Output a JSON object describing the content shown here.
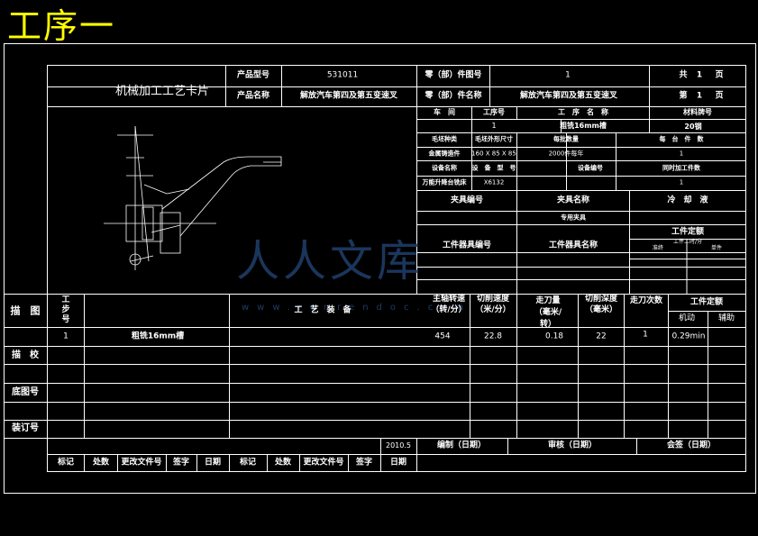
{
  "page_heading": "工序一",
  "card_title": "机械加工工艺卡片",
  "header": {
    "product_model_label": "产品型号",
    "product_model_value": "531011",
    "part_no_label": "零（部）件图号",
    "part_no_value": "1",
    "total_label": "共",
    "total_value": "1",
    "total_unit": "页",
    "product_name_label": "产品名称",
    "product_name_value": "解放汽车第四及第五变速叉",
    "part_name_label": "零（部）件名称",
    "part_name_value": "解放汽车第四及第五变速叉",
    "page_label": "第",
    "page_value": "1",
    "page_unit": "页"
  },
  "right_panel": {
    "workshop_label": "车　间",
    "op_no_label": "工序号",
    "op_name_label": "工　序　名　称",
    "material_label": "材料牌号",
    "workshop_value": "",
    "op_no_value": "1",
    "op_name_value": "粗铣16mm槽",
    "material_value": "20钢",
    "blank_type_label": "毛坯种类",
    "blank_size_label": "毛坯外形尺寸",
    "blank_qty_label": "每批数量",
    "per_unit_label": "每　台　件　数",
    "blank_type_value": "金属铸造件",
    "blank_size_value": "160 X 85 X 85",
    "blank_qty_value": "2000件每年",
    "per_unit_value": "1",
    "equip_name_label": "设备名称",
    "equip_model_label": "设　备　型　号",
    "equip_no_label": "设备编号",
    "simul_label": "同时加工件数",
    "equip_name_value": "万能升降台铣床",
    "equip_model_value": "X6132",
    "equip_no_value": "",
    "simul_value": "1",
    "fixture_no_label": "夹具编号",
    "fixture_name_label": "夹具名称",
    "coolant_label": "冷　却　液",
    "fixture_name_value": "专用夹具",
    "tool_no_label": "工件器具编号",
    "tool_name_label": "工件器具名称",
    "time_quota_label": "工件定额",
    "time_quota_sub": "工件工时/分",
    "prep_label": "准终",
    "unit_label": "单件"
  },
  "op_table": {
    "sketch_label": "描　图",
    "step_no_label": "工步号",
    "process_label": "工　艺　装　备",
    "spindle_label": "主轴转速（转/分）",
    "cut_speed_label": "切削速度（米/分）",
    "feed_label": "走刀量（毫米/转）",
    "depth_label": "切削深度（毫米）",
    "passes_label": "走刀次数",
    "quota_label": "工件定额",
    "machine_label": "机动",
    "aux_label": "辅助",
    "rows": [
      {
        "step": "1",
        "content": "粗铣16mm槽",
        "spindle": "454",
        "speed": "22.8",
        "feed": "0.18",
        "depth": "22",
        "passes": "1",
        "machine": "0.29min",
        "aux": ""
      }
    ]
  },
  "left_labels": {
    "proofread": "描　校",
    "base_no": "底图号",
    "binding_no": "装订号"
  },
  "footer": {
    "date_value": "2010.5",
    "compile_label": "编制（日期）",
    "review_label": "审核（日期）",
    "sign_label": "会签（日期）",
    "mark_label": "标记",
    "place_label": "处数",
    "change_label": "更改文件号",
    "signature_label": "签字",
    "date_label": "日期"
  },
  "watermark": {
    "main": "人人文库",
    "sub": "www.renrendoc.com"
  }
}
